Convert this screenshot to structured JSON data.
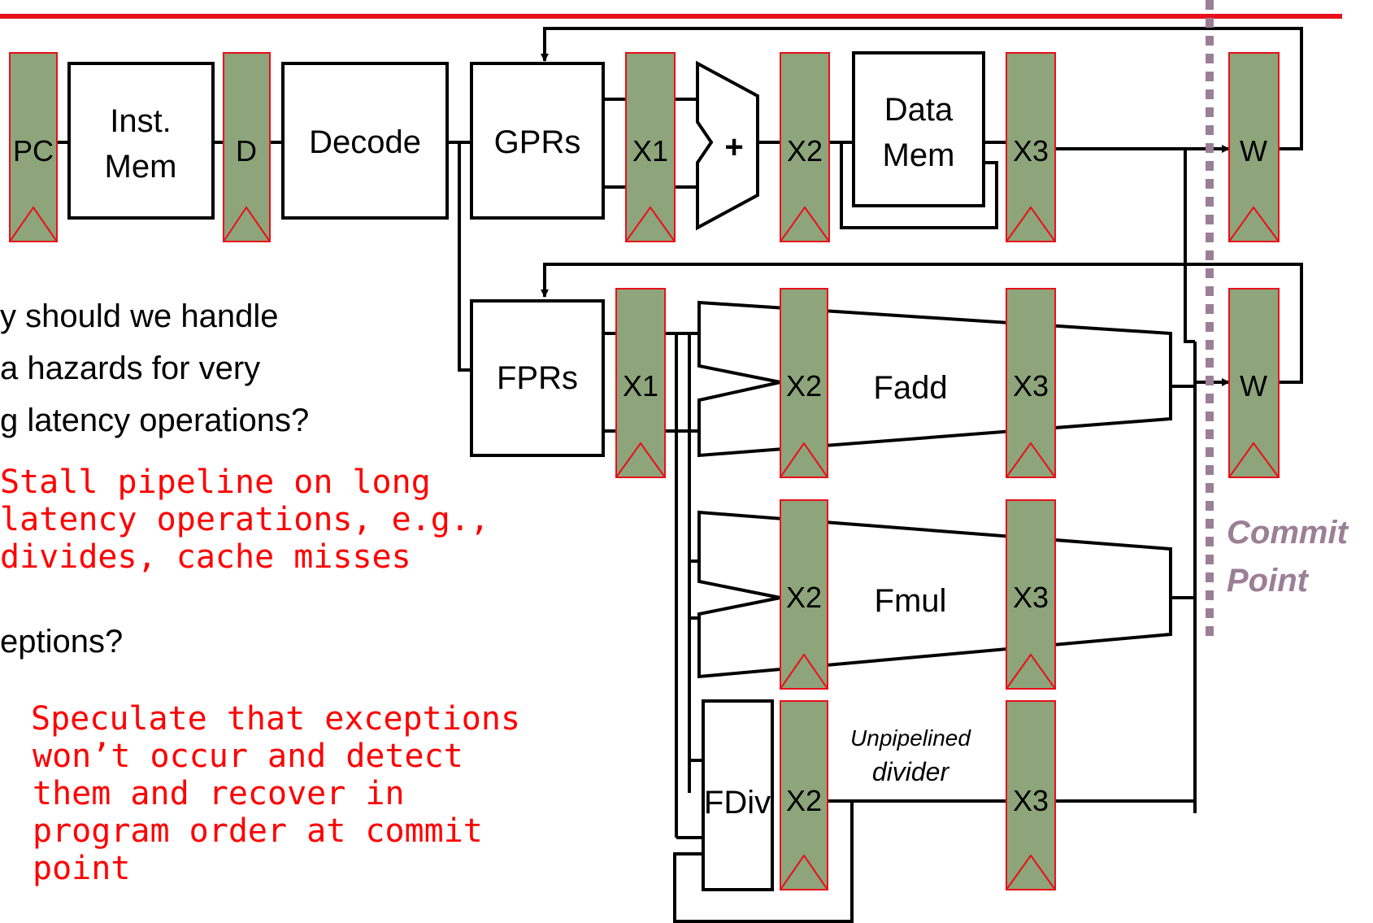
{
  "blocks": {
    "inst_mem": [
      "Inst.",
      "Mem"
    ],
    "decode": "Decode",
    "gprs": "GPRs",
    "data_mem": [
      "Data",
      "Mem"
    ],
    "fprs": "FPRs",
    "adder_symbol": "+",
    "fadd": "Fadd",
    "fmul": "Fmul",
    "fdiv": "FDiv",
    "unpipelined": [
      "Unpipelined",
      "divider"
    ]
  },
  "registers": {
    "pc": "PC",
    "d": "D",
    "x1": "X1",
    "x2": "X2",
    "x3": "X3",
    "w": "W"
  },
  "commit_point": [
    "Commit",
    "Point"
  ],
  "body_text": {
    "question1": [
      "y should we handle",
      "a hazards for very",
      "g latency operations?"
    ],
    "answer1": [
      "Stall pipeline on long",
      "latency operations, e.g.,",
      "divides, cache misses"
    ],
    "question2": "eptions?",
    "answer2": [
      "Speculate that exceptions",
      "won’t occur and detect",
      "them and recover in",
      "program order at commit",
      "point"
    ]
  },
  "colors": {
    "register_fill": "#8ea47a",
    "register_border": "#e8101a",
    "answer_text": "#ff0000",
    "commit_point": "#9b7f96",
    "title_rule": "#e8101a"
  }
}
